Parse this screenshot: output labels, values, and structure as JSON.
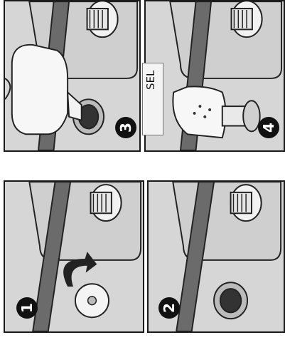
{
  "steps": [
    {
      "number": "3",
      "action": "pour-salt-from-funnel"
    },
    {
      "number": "4",
      "action": "clean-funnel"
    },
    {
      "number": "1",
      "action": "unscrew-cap"
    },
    {
      "number": "2",
      "action": "open-salt-container"
    }
  ],
  "label_sel": "SEL",
  "colors": {
    "panel_bg": "#d9d9d9",
    "border": "#1a1a1a",
    "arm": "#6b6b6b",
    "badge": "#111111"
  },
  "icons": [
    "salt-funnel",
    "salt-cap",
    "filter",
    "arrow"
  ]
}
